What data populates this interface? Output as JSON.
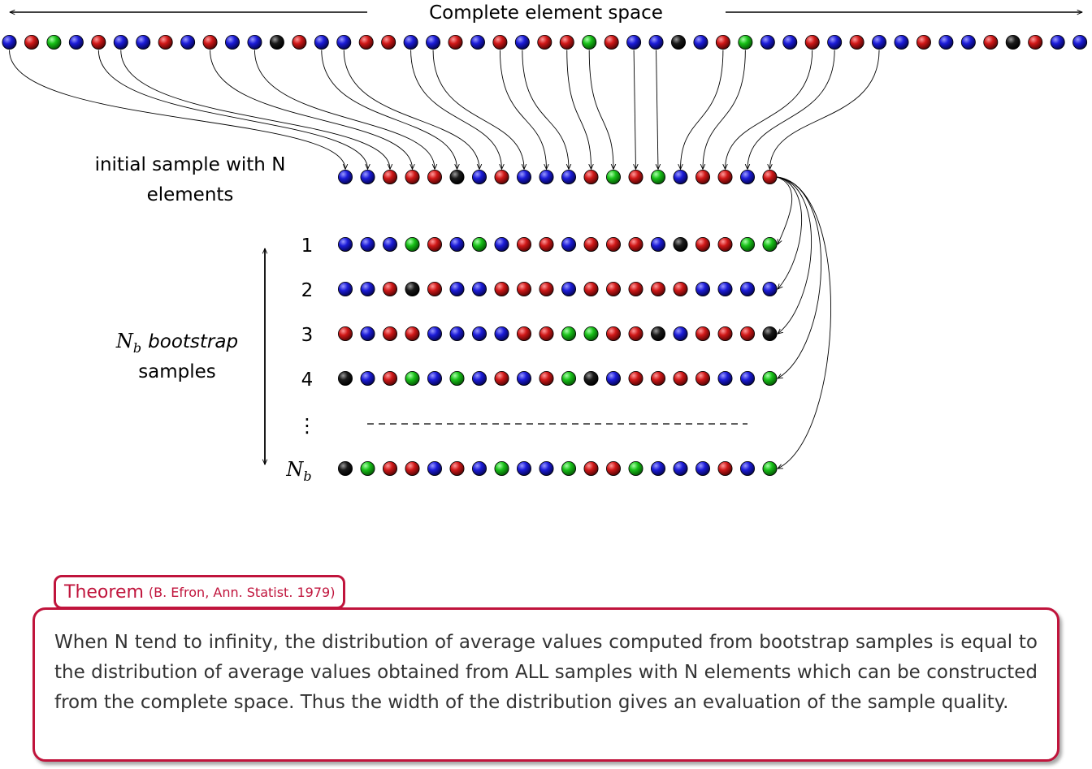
{
  "header": {
    "title": "Complete element space"
  },
  "labels": {
    "initial_sample_line1": "initial sample with N",
    "initial_sample_line2": "elements",
    "bootstrap_math": "N",
    "bootstrap_math_sub": "b",
    "bootstrap_word": "bootstrap",
    "samples_word": "samples",
    "vdots": "⋮"
  },
  "colors": {
    "blue": "#1414c8",
    "red": "#c81414",
    "green": "#14b414",
    "black": "#111111",
    "theorem_accent": "#c0143c"
  },
  "complete_space": [
    "b",
    "r",
    "g",
    "b",
    "r",
    "b",
    "b",
    "r",
    "b",
    "r",
    "b",
    "b",
    "k",
    "r",
    "b",
    "b",
    "r",
    "r",
    "b",
    "b",
    "r",
    "b",
    "r",
    "b",
    "r",
    "r",
    "g",
    "r",
    "b",
    "b",
    "k",
    "b",
    "r",
    "g",
    "b",
    "b",
    "r",
    "b",
    "r",
    "b",
    "b",
    "r",
    "b",
    "b",
    "r",
    "k",
    "r",
    "b",
    "b"
  ],
  "initial_sample": [
    "b",
    "b",
    "r",
    "r",
    "r",
    "k",
    "b",
    "r",
    "b",
    "b",
    "b",
    "r",
    "g",
    "r",
    "g",
    "b",
    "r",
    "r",
    "b",
    "r"
  ],
  "bootstrap_samples": [
    {
      "label": "1",
      "balls": [
        "b",
        "b",
        "b",
        "g",
        "r",
        "b",
        "g",
        "b",
        "r",
        "r",
        "b",
        "r",
        "r",
        "r",
        "b",
        "k",
        "r",
        "r",
        "g",
        "g"
      ]
    },
    {
      "label": "2",
      "balls": [
        "b",
        "b",
        "r",
        "k",
        "r",
        "b",
        "b",
        "r",
        "r",
        "r",
        "b",
        "r",
        "r",
        "r",
        "r",
        "r",
        "b",
        "b",
        "b",
        "b"
      ]
    },
    {
      "label": "3",
      "balls": [
        "r",
        "b",
        "r",
        "r",
        "b",
        "b",
        "b",
        "b",
        "r",
        "r",
        "g",
        "g",
        "r",
        "r",
        "k",
        "b",
        "r",
        "r",
        "r",
        "k"
      ]
    },
    {
      "label": "4",
      "balls": [
        "k",
        "b",
        "r",
        "g",
        "b",
        "g",
        "b",
        "r",
        "b",
        "r",
        "g",
        "k",
        "b",
        "r",
        "r",
        "r",
        "r",
        "b",
        "b",
        "g"
      ]
    },
    {
      "label": "N",
      "label_sub": "b",
      "balls": [
        "k",
        "g",
        "r",
        "r",
        "b",
        "r",
        "b",
        "g",
        "b",
        "b",
        "g",
        "r",
        "r",
        "g",
        "b",
        "b",
        "b",
        "r",
        "b",
        "g"
      ]
    }
  ],
  "theorem": {
    "name": "Theorem",
    "reference": "(B. Efron, Ann. Statist. 1979)",
    "text": "When N tend to infinity, the distribution of average values computed from bootstrap samples is equal to the distribution of average values obtained from ALL samples with N elements which can be constructed from the complete space. Thus the width of the distribution gives an evaluation of the sample quality."
  }
}
